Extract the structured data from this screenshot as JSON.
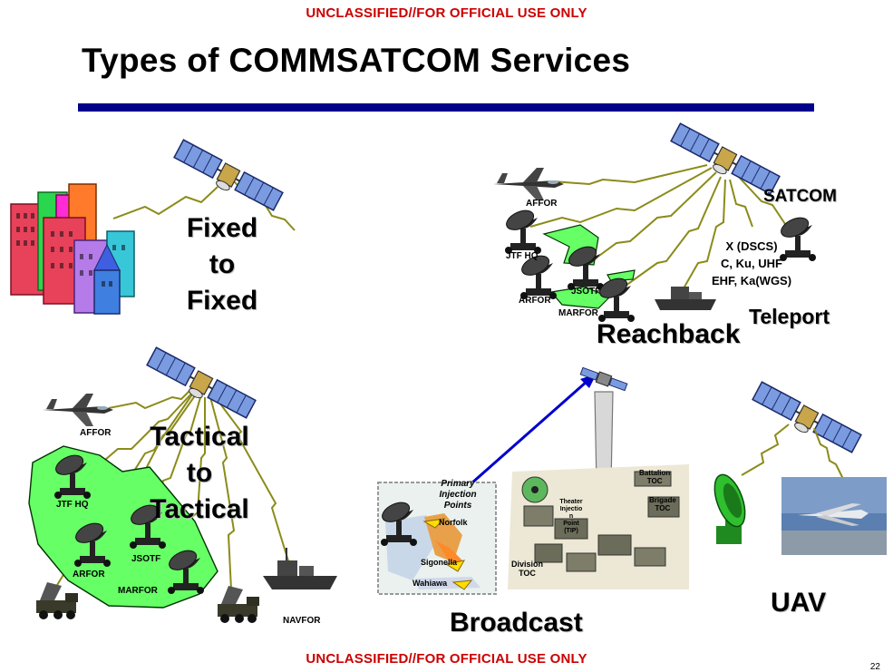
{
  "banners": {
    "top": "UNCLASSIFIED//FOR OFFICIAL USE ONLY",
    "bottom": "UNCLASSIFIED//FOR OFFICIAL USE ONLY",
    "color": "#cc0000"
  },
  "title": "Types of COMMSATCOM Services",
  "accent_rule_color": "#00008b",
  "page_number": "22",
  "fixed": {
    "label_line1": "Fixed",
    "label_line2": "to",
    "label_line3": "Fixed",
    "icons": [
      "satellite-icon",
      "city-buildings-icon"
    ]
  },
  "reachback": {
    "label": "Reachback",
    "satcom": "SATCOM",
    "teleport": "Teleport",
    "freq_line1": "X (DSCS)",
    "freq_line2": "C, Ku, UHF",
    "freq_line3": "EHF, Ka(WGS)",
    "units": {
      "affor": "AFFOR",
      "jtf_hq": "JTF HQ",
      "arfor": "ARFOR",
      "jsotf": "JSOTF",
      "marfor": "MARFOR"
    }
  },
  "tactical": {
    "label_line1": "Tactical",
    "label_line2": "to",
    "label_line3": "Tactical",
    "units": {
      "affor": "AFFOR",
      "jtf_hq": "JTF HQ",
      "arfor": "ARFOR",
      "jsotf": "JSOTF",
      "marfor": "MARFOR",
      "navfor": "NAVFOR"
    }
  },
  "broadcast": {
    "label": "Broadcast",
    "map_title_line1": "Primary",
    "map_title_line2": "Injection",
    "map_title_line3": "Points",
    "points": {
      "norfolk": "Norfolk",
      "sigonella": "Sigonella",
      "wahiawa": "Wahiawa"
    },
    "scene": {
      "battalion_line1": "Battalion",
      "battalion_line2": "TOC",
      "brigade_line1": "Brigade",
      "brigade_line2": "TOC",
      "theater_line1": "Theater",
      "theater_line2": "Injectio",
      "theater_line3": "n",
      "theater_line4": "Point",
      "theater_line5": "(TIP)",
      "division_line1": "Division",
      "division_line2": "TOC"
    }
  },
  "uav": {
    "label": "UAV"
  },
  "colors": {
    "land_green": "#66ff66",
    "link_olive": "#8b8b1a",
    "broadcast_arrow": "#0000cc",
    "satellite_panel": "#7b9be0"
  }
}
